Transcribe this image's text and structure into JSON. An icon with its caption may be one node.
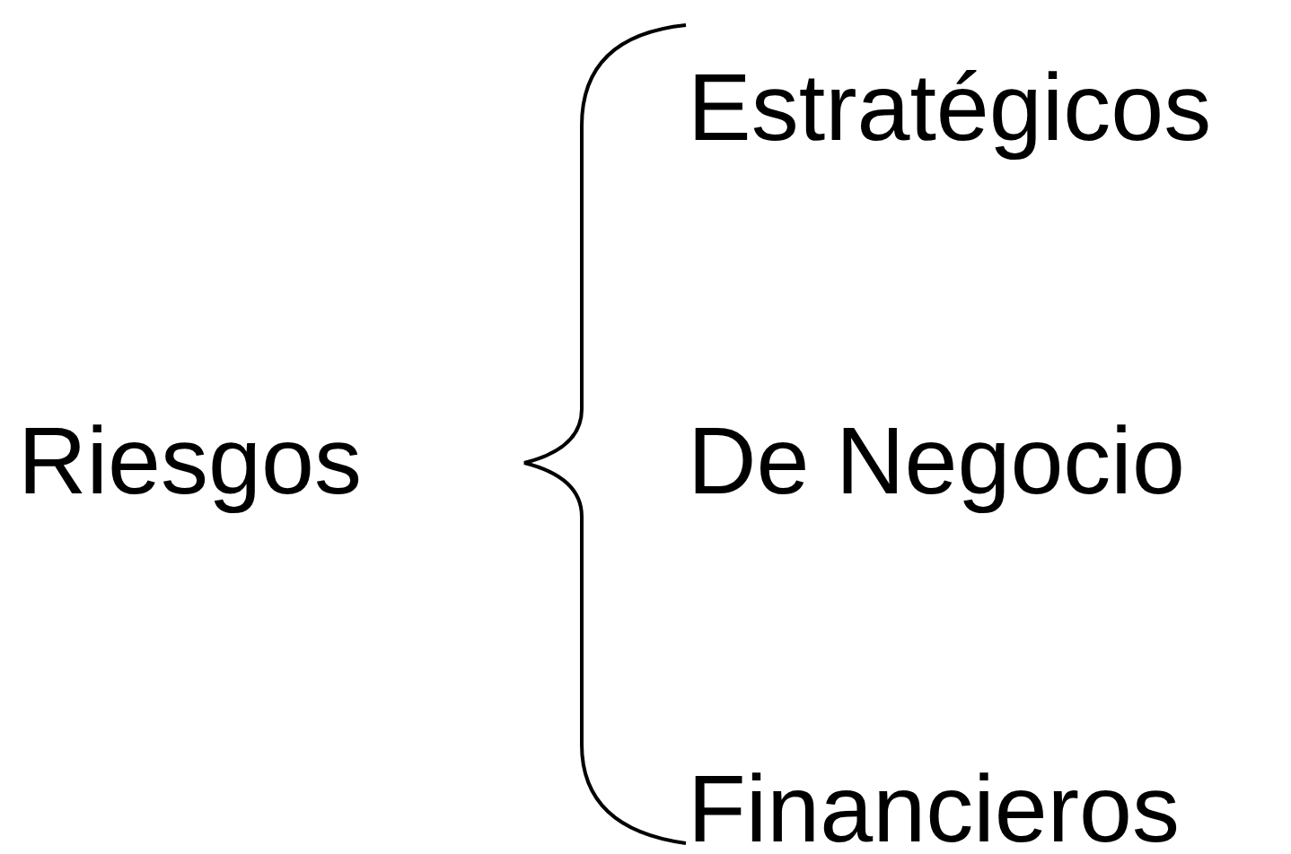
{
  "diagram": {
    "labels": [
      "Riesgos",
      "Estratégicos",
      "De Negocio",
      "Financieros"
    ]
  }
}
